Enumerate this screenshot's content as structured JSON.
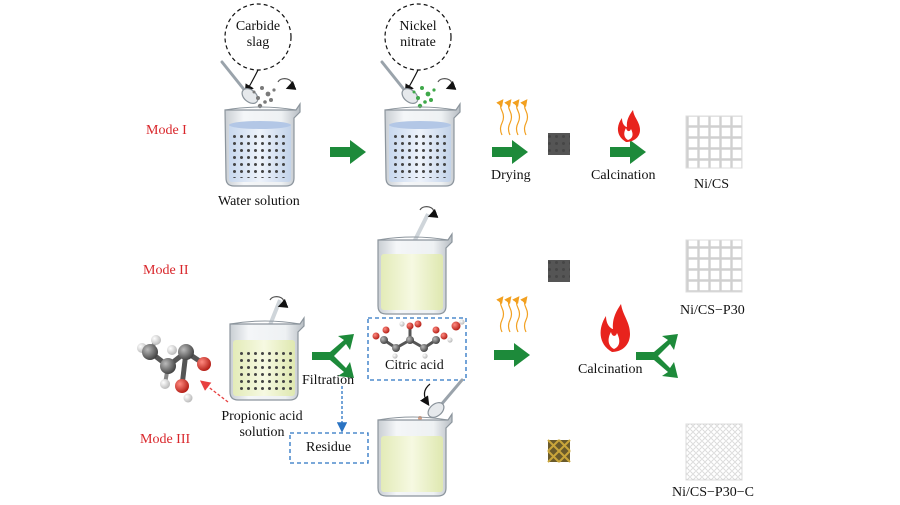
{
  "modes": {
    "mode1": "Mode I",
    "mode2": "Mode II",
    "mode3": "Mode III"
  },
  "bubbles": {
    "carbide_line1": "Carbide",
    "carbide_line2": "slag",
    "nickel_line1": "Nickel",
    "nickel_line2": "nitrate"
  },
  "labels": {
    "water_solution": "Water solution",
    "drying": "Drying",
    "calcination_top": "Calcination",
    "calcination_bottom": "Calcination",
    "filtration": "Filtration",
    "citric_acid": "Citric acid",
    "residue": "Residue",
    "propionic_line1": "Propionic acid",
    "propionic_line2": "solution"
  },
  "products": {
    "p1": "Ni/CS",
    "p2": "Ni/CS−P30",
    "p3": "Ni/CS−P30−C"
  },
  "colors": {
    "mode_red": "#d9262b",
    "arrow_green": "#1d8a3a",
    "dash_blue": "#2a73c2",
    "flame_red": "#e8231d",
    "heat_orange": "#f2a020"
  }
}
